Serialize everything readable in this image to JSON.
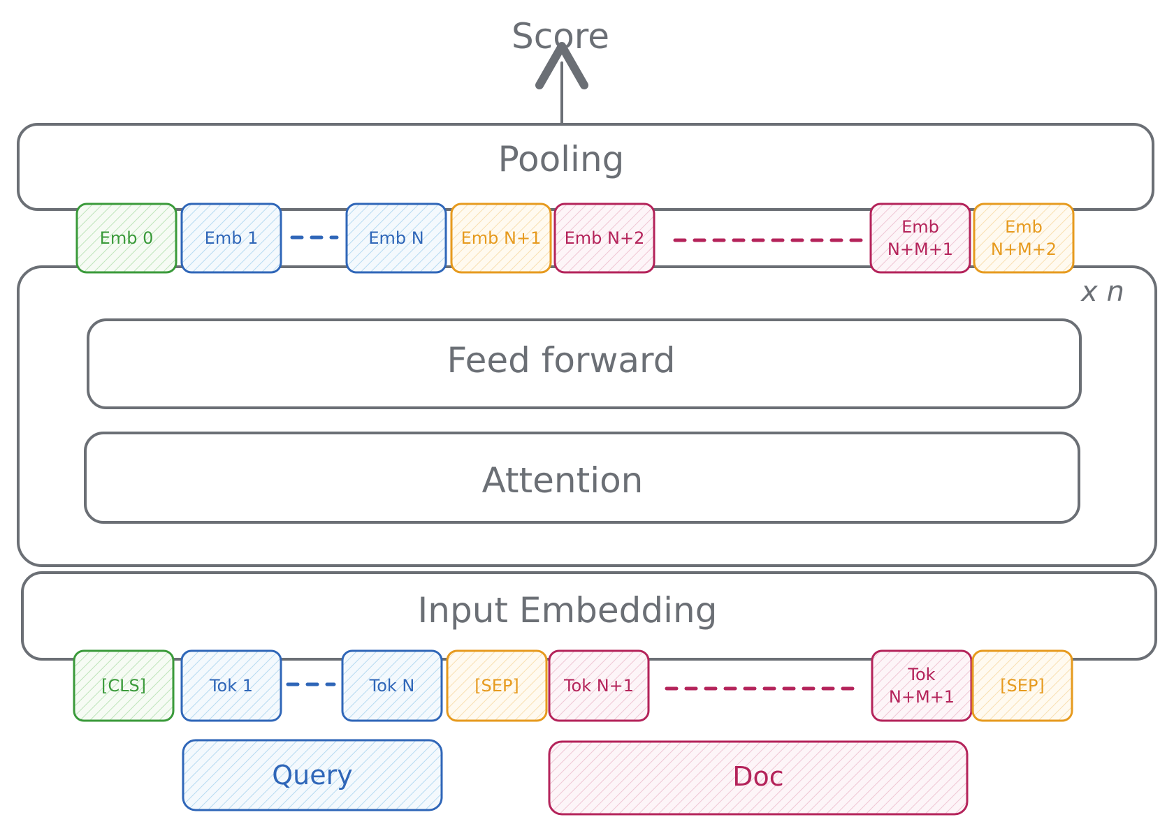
{
  "score_label": "Score",
  "pooling_label": "Pooling",
  "repeat_label": "x n",
  "feed_forward_label": "Feed forward",
  "attention_label": "Attention",
  "input_embedding_label": "Input Embedding",
  "colors": {
    "gray": "#6b6f75",
    "green": "#3a9a3a",
    "blue": "#2f66b8",
    "orange": "#e69a1e",
    "crimson": "#b4235a"
  },
  "embeddings": [
    {
      "lines": [
        "Emb 0"
      ],
      "color": "green"
    },
    {
      "lines": [
        "Emb 1"
      ],
      "color": "blue"
    },
    {
      "lines": [
        "Emb N"
      ],
      "color": "blue"
    },
    {
      "lines": [
        "Emb N+1"
      ],
      "color": "orange"
    },
    {
      "lines": [
        "Emb N+2"
      ],
      "color": "crimson"
    },
    {
      "lines": [
        "Emb",
        "N+M+1"
      ],
      "color": "crimson"
    },
    {
      "lines": [
        "Emb",
        "N+M+2"
      ],
      "color": "orange"
    }
  ],
  "tokens": [
    {
      "lines": [
        "[CLS]"
      ],
      "color": "green"
    },
    {
      "lines": [
        "Tok 1"
      ],
      "color": "blue"
    },
    {
      "lines": [
        "Tok N"
      ],
      "color": "blue"
    },
    {
      "lines": [
        "[SEP]"
      ],
      "color": "orange"
    },
    {
      "lines": [
        "Tok N+1"
      ],
      "color": "crimson"
    },
    {
      "lines": [
        "Tok",
        "N+M+1"
      ],
      "color": "crimson"
    },
    {
      "lines": [
        "[SEP]"
      ],
      "color": "orange"
    }
  ],
  "query_label": "Query",
  "doc_label": "Doc"
}
